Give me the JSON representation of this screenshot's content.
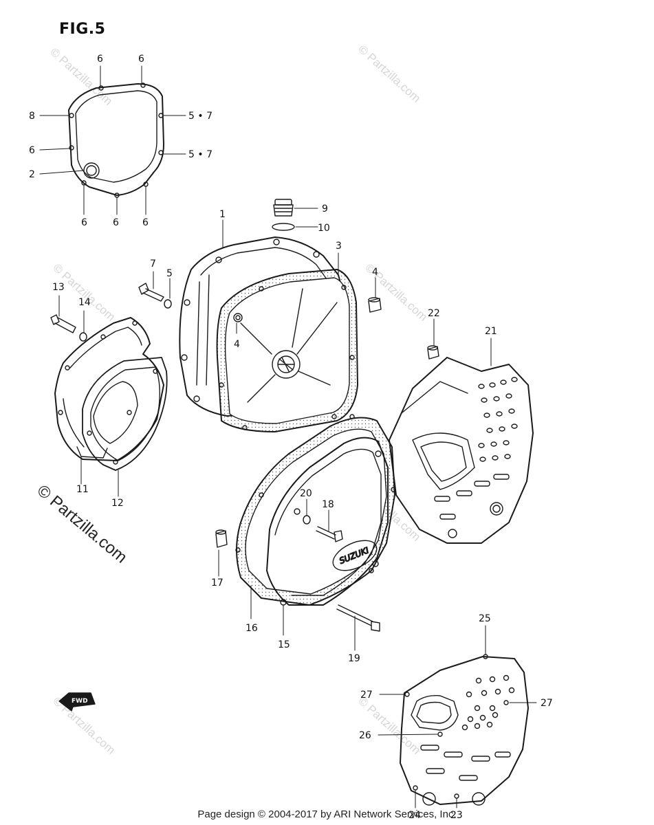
{
  "title": "FIG.5",
  "footer": "Page design © 2004-2017 by ARI Network Services, Inc.",
  "watermark_small": "© Partzilla.com",
  "watermark_main": "© Partzilla.com",
  "fwd_label": "FWD",
  "logo_text": "SUZUKI",
  "callouts": {
    "c1": "1",
    "c2": "2",
    "c3": "3",
    "c4a": "4",
    "c4b": "4",
    "c5": "5",
    "c5_7a": "5 • 7",
    "c5_7b": "5 • 7",
    "c6a": "6",
    "c6b": "6",
    "c6c": "6",
    "c6d": "6",
    "c6e": "6",
    "c6f": "6",
    "c7": "7",
    "c8": "8",
    "c9": "9",
    "c10": "10",
    "c11": "11",
    "c12": "12",
    "c13": "13",
    "c14": "14",
    "c15": "15",
    "c16": "16",
    "c17": "17",
    "c18": "18",
    "c19": "19",
    "c20": "20",
    "c21": "21",
    "c22": "22",
    "c23": "23",
    "c24": "24",
    "c25": "25",
    "c26": "26",
    "c27a": "27",
    "c27b": "27"
  }
}
